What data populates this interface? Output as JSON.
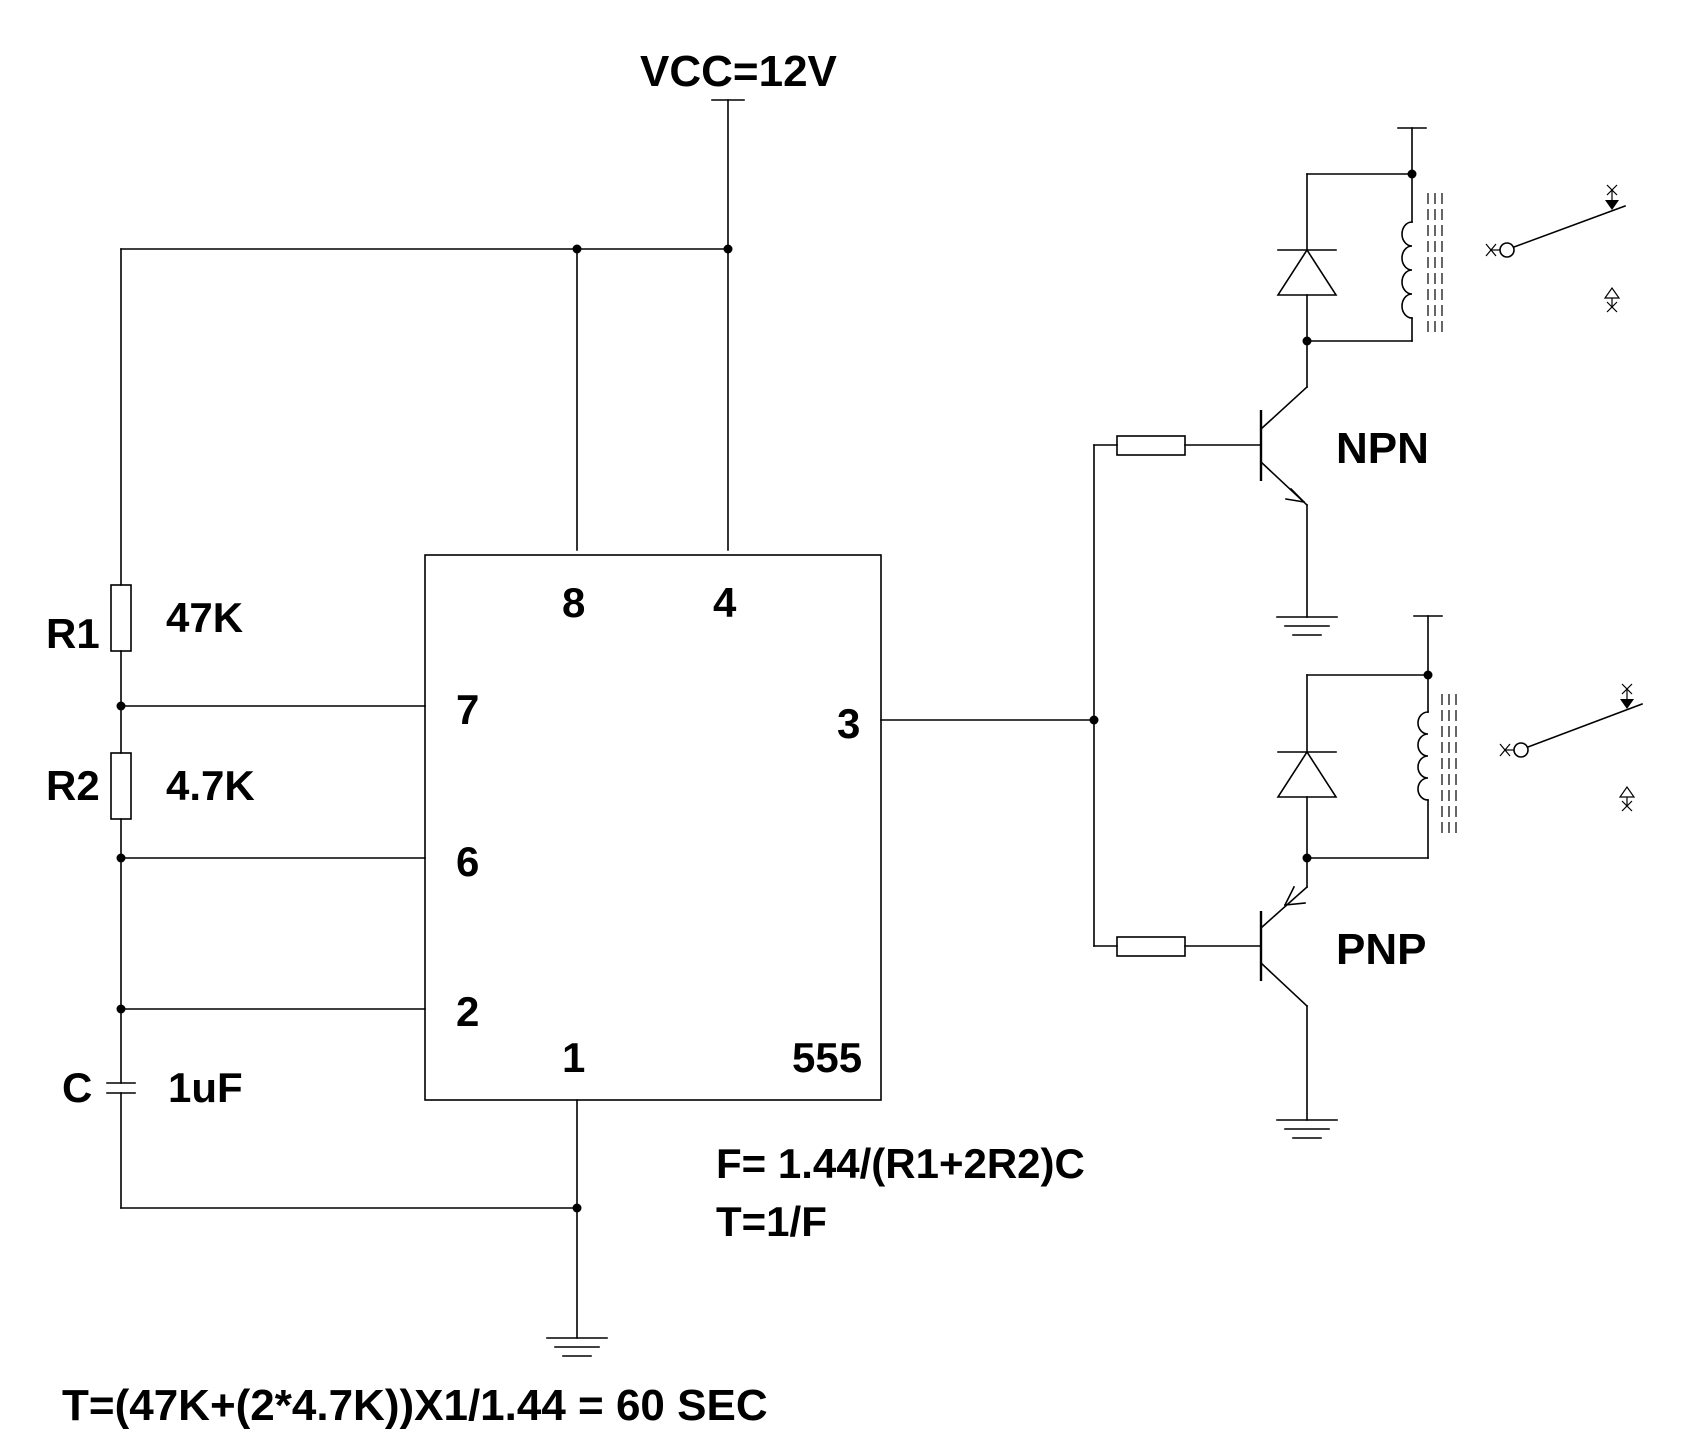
{
  "supply": "VCC=12V",
  "components": {
    "r1": {
      "name": "R1",
      "value": "47K"
    },
    "r2": {
      "name": "R2",
      "value": "4.7K"
    },
    "c": {
      "name": "C",
      "value": "1uF"
    },
    "ic": {
      "name": "555"
    }
  },
  "pins": {
    "p8": "8",
    "p4": "4",
    "p7": "7",
    "p3": "3",
    "p6": "6",
    "p2": "2",
    "p1": "1"
  },
  "transistors": {
    "npn": "NPN",
    "pnp": "PNP"
  },
  "formulas": {
    "frequency": "F= 1.44/(R1+2R2)C",
    "period": "T=1/F",
    "calc": "T=(47K+(2*4.7K))X1/1.44 = 60 SEC"
  }
}
